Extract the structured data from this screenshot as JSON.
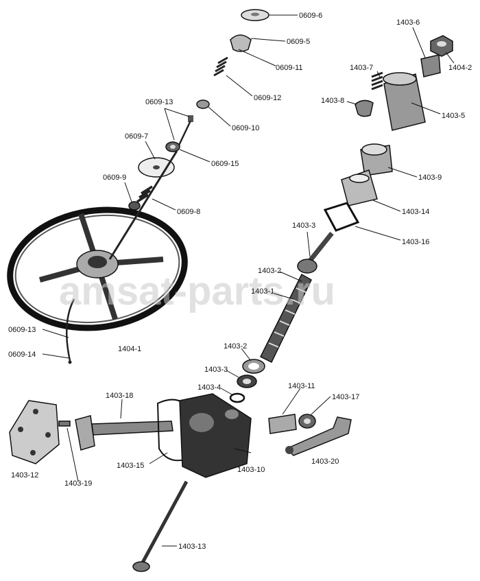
{
  "watermark": "amsat-parts.ru",
  "labels": {
    "l0609_6": "0609-6",
    "l0609_5": "0609-5",
    "l0609_11": "0609-11",
    "l0609_12": "0609-12",
    "l0609_10": "0609-10",
    "l0609_13_top": "0609-13",
    "l0609_7": "0609-7",
    "l0609_15": "0609-15",
    "l0609_9": "0609-9",
    "l0609_8": "0609-8",
    "l0609_13_bottom": "0609-13",
    "l0609_14": "0609-14",
    "l1404_1": "1404-1",
    "l1403_6": "1403-6",
    "l1404_2": "1404-2",
    "l1403_7": "1403-7",
    "l1403_8": "1403-8",
    "l1403_5": "1403-5",
    "l1403_9": "1403-9",
    "l1403_14": "1403-14",
    "l1403_16": "1403-16",
    "l1403_3_upper": "1403-3",
    "l1403_2_upper": "1403-2",
    "l1403_1": "1403-1",
    "l1403_2_lower": "1403-2",
    "l1403_3_lower": "1403-3",
    "l1403_4": "1403-4",
    "l1403_11": "1403-11",
    "l1403_17": "1403-17",
    "l1403_18": "1403-18",
    "l1403_12": "1403-12",
    "l1403_19": "1403-19",
    "l1403_15": "1403-15",
    "l1403_10": "1403-10",
    "l1403_20": "1403-20",
    "l1403_13": "1403-13"
  }
}
